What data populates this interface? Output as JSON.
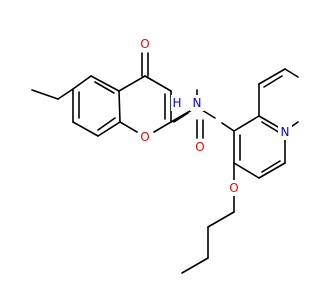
{
  "structure": {
    "atom_labels": {
      "carbonyl_oxygen_ring": "O",
      "ring_oxygen": "O",
      "amide_oxygen": "O",
      "amide_nitrogen": "N",
      "amide_hydrogen": "H",
      "quinoline_nitrogen": "N",
      "ether_oxygen": "O"
    },
    "colors": {
      "bond": "#000000",
      "oxygen": "#ff0000",
      "nitrogen": "#0000ff",
      "background": "#ffffff"
    }
  }
}
